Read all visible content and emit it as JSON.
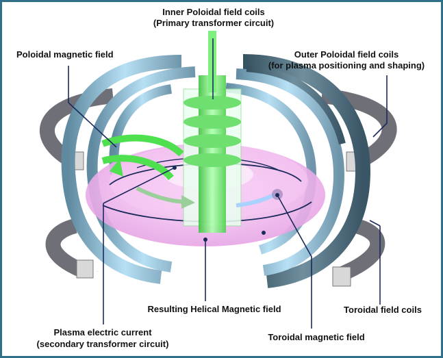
{
  "labels": {
    "inner_coils_line1": "Inner Poloidal field coils",
    "inner_coils_line2": "(Primary transformer circuit)",
    "poloidal_field": "Poloidal magnetic field",
    "outer_coils_line1": "Outer Poloidal field coils",
    "outer_coils_line2": "(for plasma positioning and shaping)",
    "helical_field": "Resulting Helical Magnetic field",
    "toroidal_coils": "Toroidal field coils",
    "plasma_current_line1": "Plasma electric current",
    "plasma_current_line2": "(secondary transformer circuit)",
    "toroidal_field": "Toroidal magnetic field"
  },
  "colors": {
    "frame": "#2f6f87",
    "plasma": "#f2b8f0",
    "coil_light": "#9fcfe8",
    "coil_dark": "#4f6f7f",
    "solenoid": "#7ff07f",
    "line": "#1a2a5a"
  }
}
